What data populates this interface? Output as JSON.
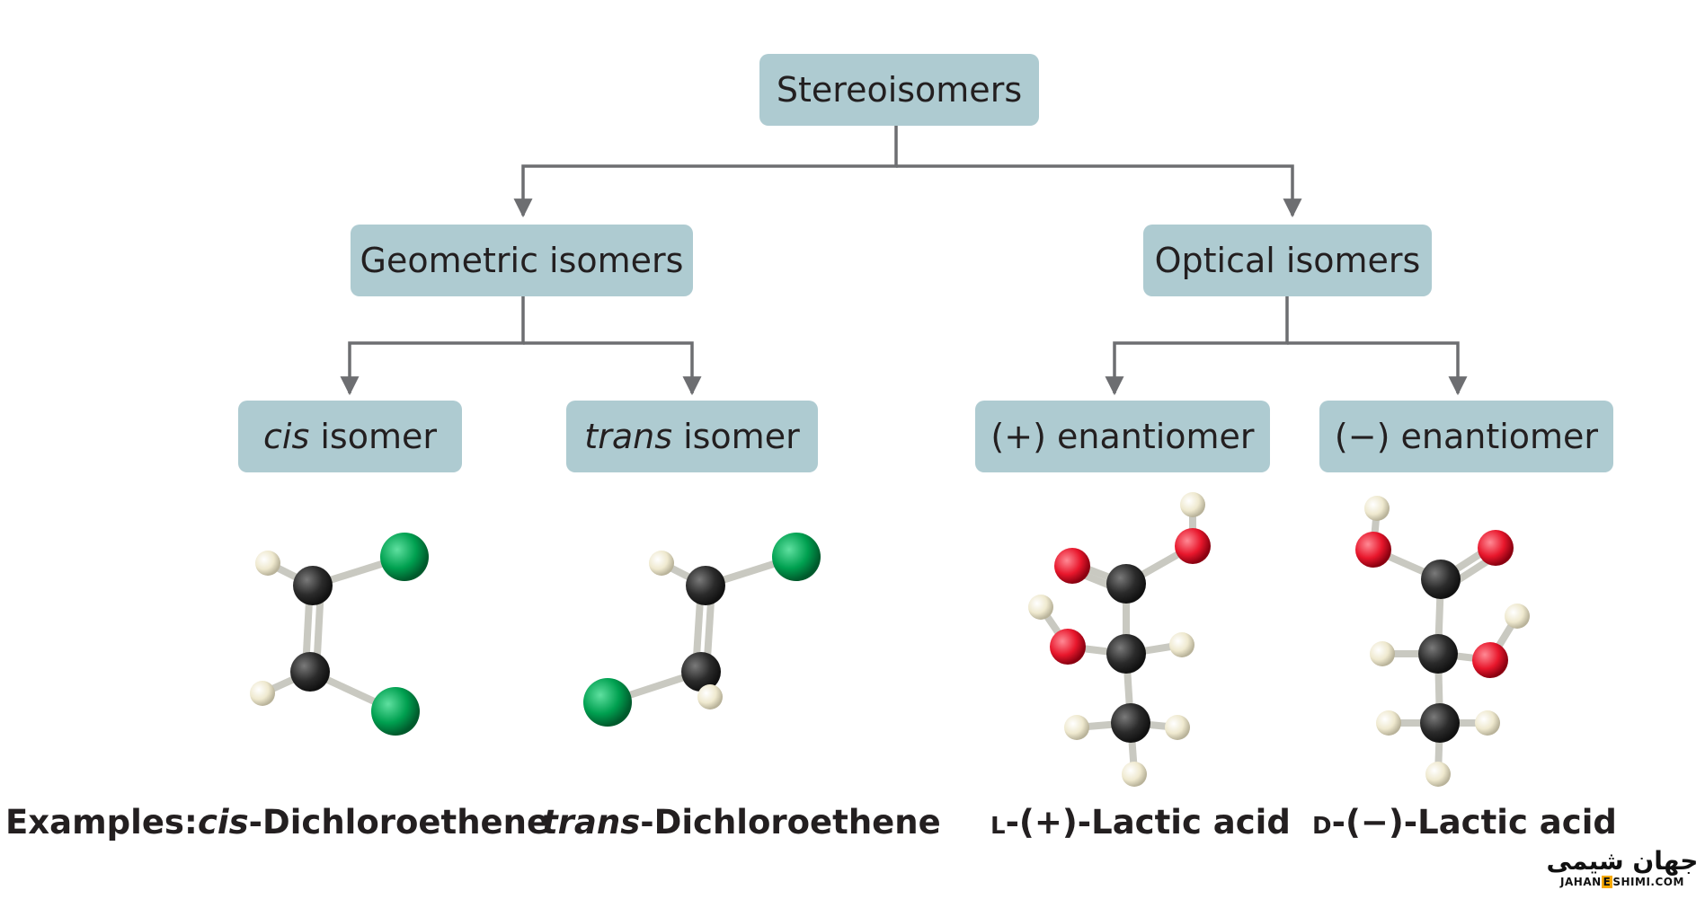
{
  "root": {
    "label": "Stereoisomers"
  },
  "geometric": {
    "label": "Geometric isomers"
  },
  "optical": {
    "label": "Optical isomers"
  },
  "cis": {
    "prefix": "cis",
    "suffix": " isomer"
  },
  "trans": {
    "prefix": "trans",
    "suffix": " isomer"
  },
  "plus": {
    "label": "(+) enantiomer"
  },
  "minus": {
    "label": "(−) enantiomer"
  },
  "examples": {
    "label": "Examples:",
    "cis_prefix": "cis",
    "cis_name": "-Dichloroethene",
    "trans_prefix": "trans",
    "trans_name": "-Dichloroethene",
    "l_prefix": "L",
    "l_name": "-(+)-Lactic acid",
    "d_prefix": "D",
    "d_name": "-(−)-Lactic acid"
  },
  "watermark": {
    "brand_fa": "جهان شیمی",
    "site_a": "JAHAN",
    "site_e": "E",
    "site_b": "SHIMI.COM"
  },
  "colors": {
    "box": "#aecbd1",
    "connector": "#6d6e71",
    "carbon": "#2b2b2b",
    "hydrogen": "#efe9cf",
    "chlorine": "#00a050",
    "oxygen": "#e8172c",
    "bond": "#c9c9c1"
  }
}
